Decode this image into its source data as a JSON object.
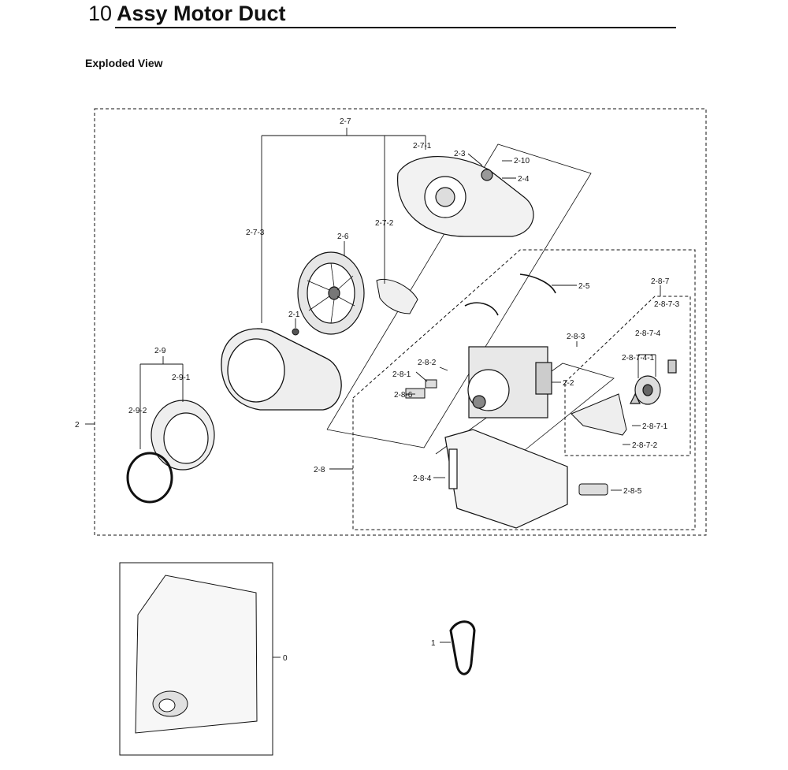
{
  "header": {
    "section_number": "10",
    "title": "Assy Motor Duct",
    "subtitle": "Exploded View"
  },
  "labels": {
    "l_2": "2",
    "l_2_7": "2-7",
    "l_2_7_1": "2-7-1",
    "l_2_7_2": "2-7-2",
    "l_2_7_3": "2-7-3",
    "l_2_3": "2-3",
    "l_2_10": "2-10",
    "l_2_4": "2-4",
    "l_2_6": "2-6",
    "l_2_1": "2-1",
    "l_2_5": "2-5",
    "l_2_9": "2-9",
    "l_2_9_1": "2-9-1",
    "l_2_9_2": "2-9-2",
    "l_2_8": "2-8",
    "l_2_8_1": "2-8-1",
    "l_2_8_2": "2-8-2",
    "l_2_8_3": "2-8-3",
    "l_2_8_4": "2-8-4",
    "l_2_8_5": "2-8-5",
    "l_2_8_6": "2-8-6",
    "l_2_2": "2-2",
    "l_2_8_7": "2-8-7",
    "l_2_8_7_1": "2-8-7-1",
    "l_2_8_7_2": "2-8-7-2",
    "l_2_8_7_3": "2-8-7-3",
    "l_2_8_7_4": "2-8-7-4",
    "l_2_8_7_4_1": "2-8-7-4-1",
    "l_0": "0",
    "l_1": "1"
  }
}
